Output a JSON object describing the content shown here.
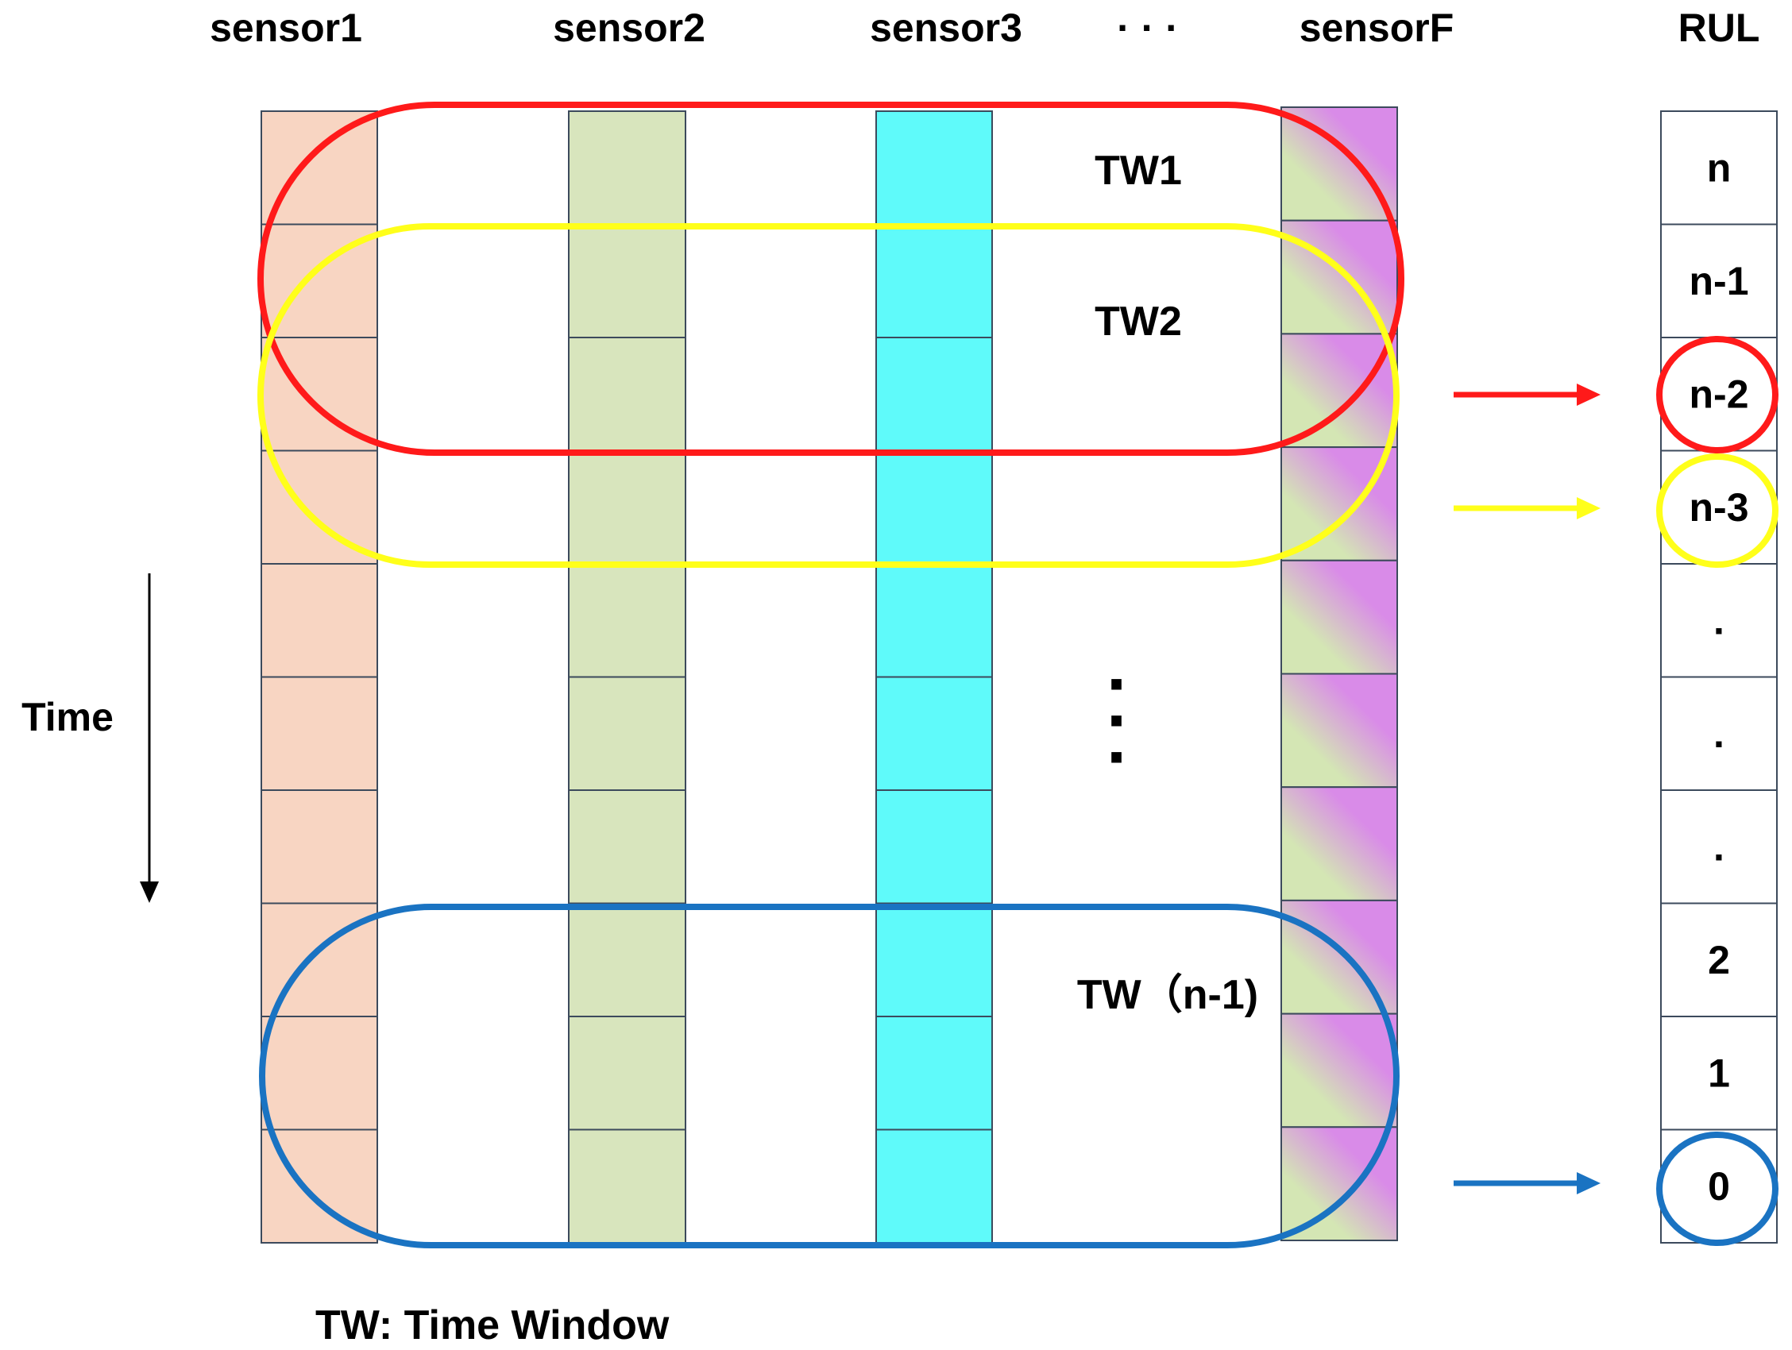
{
  "headers": {
    "sensor1": "sensor1",
    "sensor2": "sensor2",
    "sensor3": "sensor3",
    "ellipsis": "· · ·",
    "sensorF": "sensorF",
    "rul": "RUL"
  },
  "window_labels": {
    "tw1": "TW1",
    "tw2": "TW2",
    "tw_last": "TW（n-1)",
    "vertical_dots": [
      "·",
      "·",
      "·"
    ]
  },
  "time_label": "Time",
  "footnote": "TW: Time Window",
  "rul_values": [
    "n",
    "n-1",
    "n-2",
    "n-3",
    ".",
    ".",
    ".",
    "2",
    "1",
    "0"
  ],
  "sensor_cells_per_column": 10,
  "colors": {
    "sensor1": "#f8d5c2",
    "sensor2": "#d8e5bd",
    "sensor3": "#5ffafa",
    "sensorF_gradient_from": "#d4e6b4",
    "sensorF_gradient_to": "#d98be8",
    "cell_border": "#3c4a5c",
    "tw1": "#ff1a1a",
    "tw2": "#ffff1a",
    "tw_last": "#1a73c2"
  }
}
